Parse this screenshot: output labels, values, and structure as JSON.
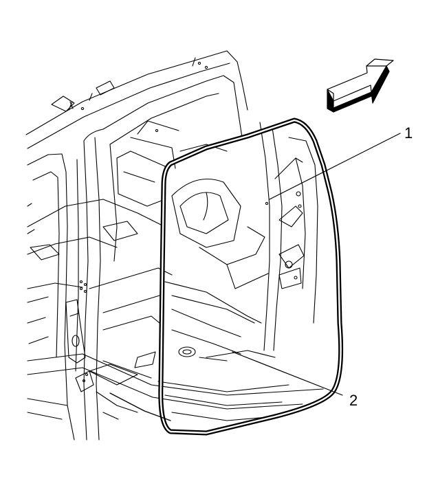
{
  "callouts": [
    {
      "id": 1,
      "label": "1",
      "target": "door-opening-weatherstrip"
    },
    {
      "id": 2,
      "label": "2",
      "target": "weatherstrip-lower-retainer"
    }
  ],
  "arrow": {
    "icon": "direction-arrow-icon",
    "meaning": "front-of-vehicle"
  },
  "colors": {
    "line": "#000000",
    "background": "#ffffff"
  }
}
